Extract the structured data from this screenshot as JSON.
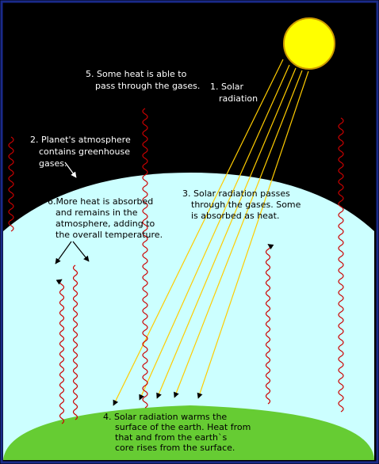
{
  "colors": {
    "space": "#000000",
    "atmosphere": "#ccffff",
    "earth": "#66cc33",
    "sun": "#ffff00",
    "sun_stroke": "#cc9900",
    "rays": "#ffcc00",
    "heat_waves": "#cc0000",
    "text_on_dark": "#ffffff",
    "text_on_light": "#000000"
  },
  "labels": {
    "step1": [
      "1. Solar",
      "radiation"
    ],
    "step2": [
      "2. Planet's atmosphere",
      "contains  greenhouse",
      "gases."
    ],
    "step3": [
      "3. Solar radiation passes",
      "through the gases. Some",
      "is absorbed  as  heat."
    ],
    "step4": [
      "4. Solar radiation warms the",
      "surface of the earth. Heat from",
      "that and from the earth`s",
      "core rises from the surface."
    ],
    "step5": [
      "5. Some heat is able to",
      "pass through the gases."
    ],
    "step6": [
      "6.More heat is absorbed",
      "and remains in the",
      "atmosphere, adding to",
      "the overall temperature."
    ]
  }
}
